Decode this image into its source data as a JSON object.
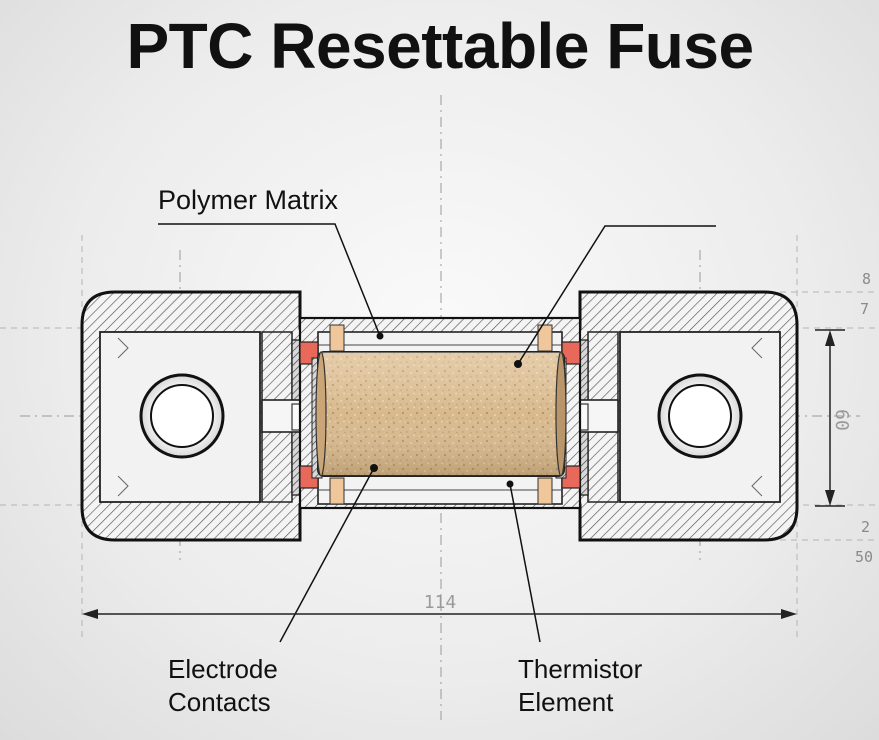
{
  "title": "PTC Resettable Fuse",
  "labels": {
    "polymer_matrix": "Polymer Matrix",
    "electrode_line1": "Electrode",
    "electrode_line2": "Contacts",
    "thermistor_line1": "Thermistor",
    "thermistor_line2": "Element"
  },
  "dimensions": {
    "overall_length": "114",
    "height": "60",
    "top_a": "8",
    "top_b": "7",
    "bottom_a": "2",
    "bottom_b": "50"
  },
  "colors": {
    "outline": "#111111",
    "hatch": "#555555",
    "core": "#d9b98c",
    "contact_red": "#e8685a",
    "contact_tan": "#efc79a"
  }
}
